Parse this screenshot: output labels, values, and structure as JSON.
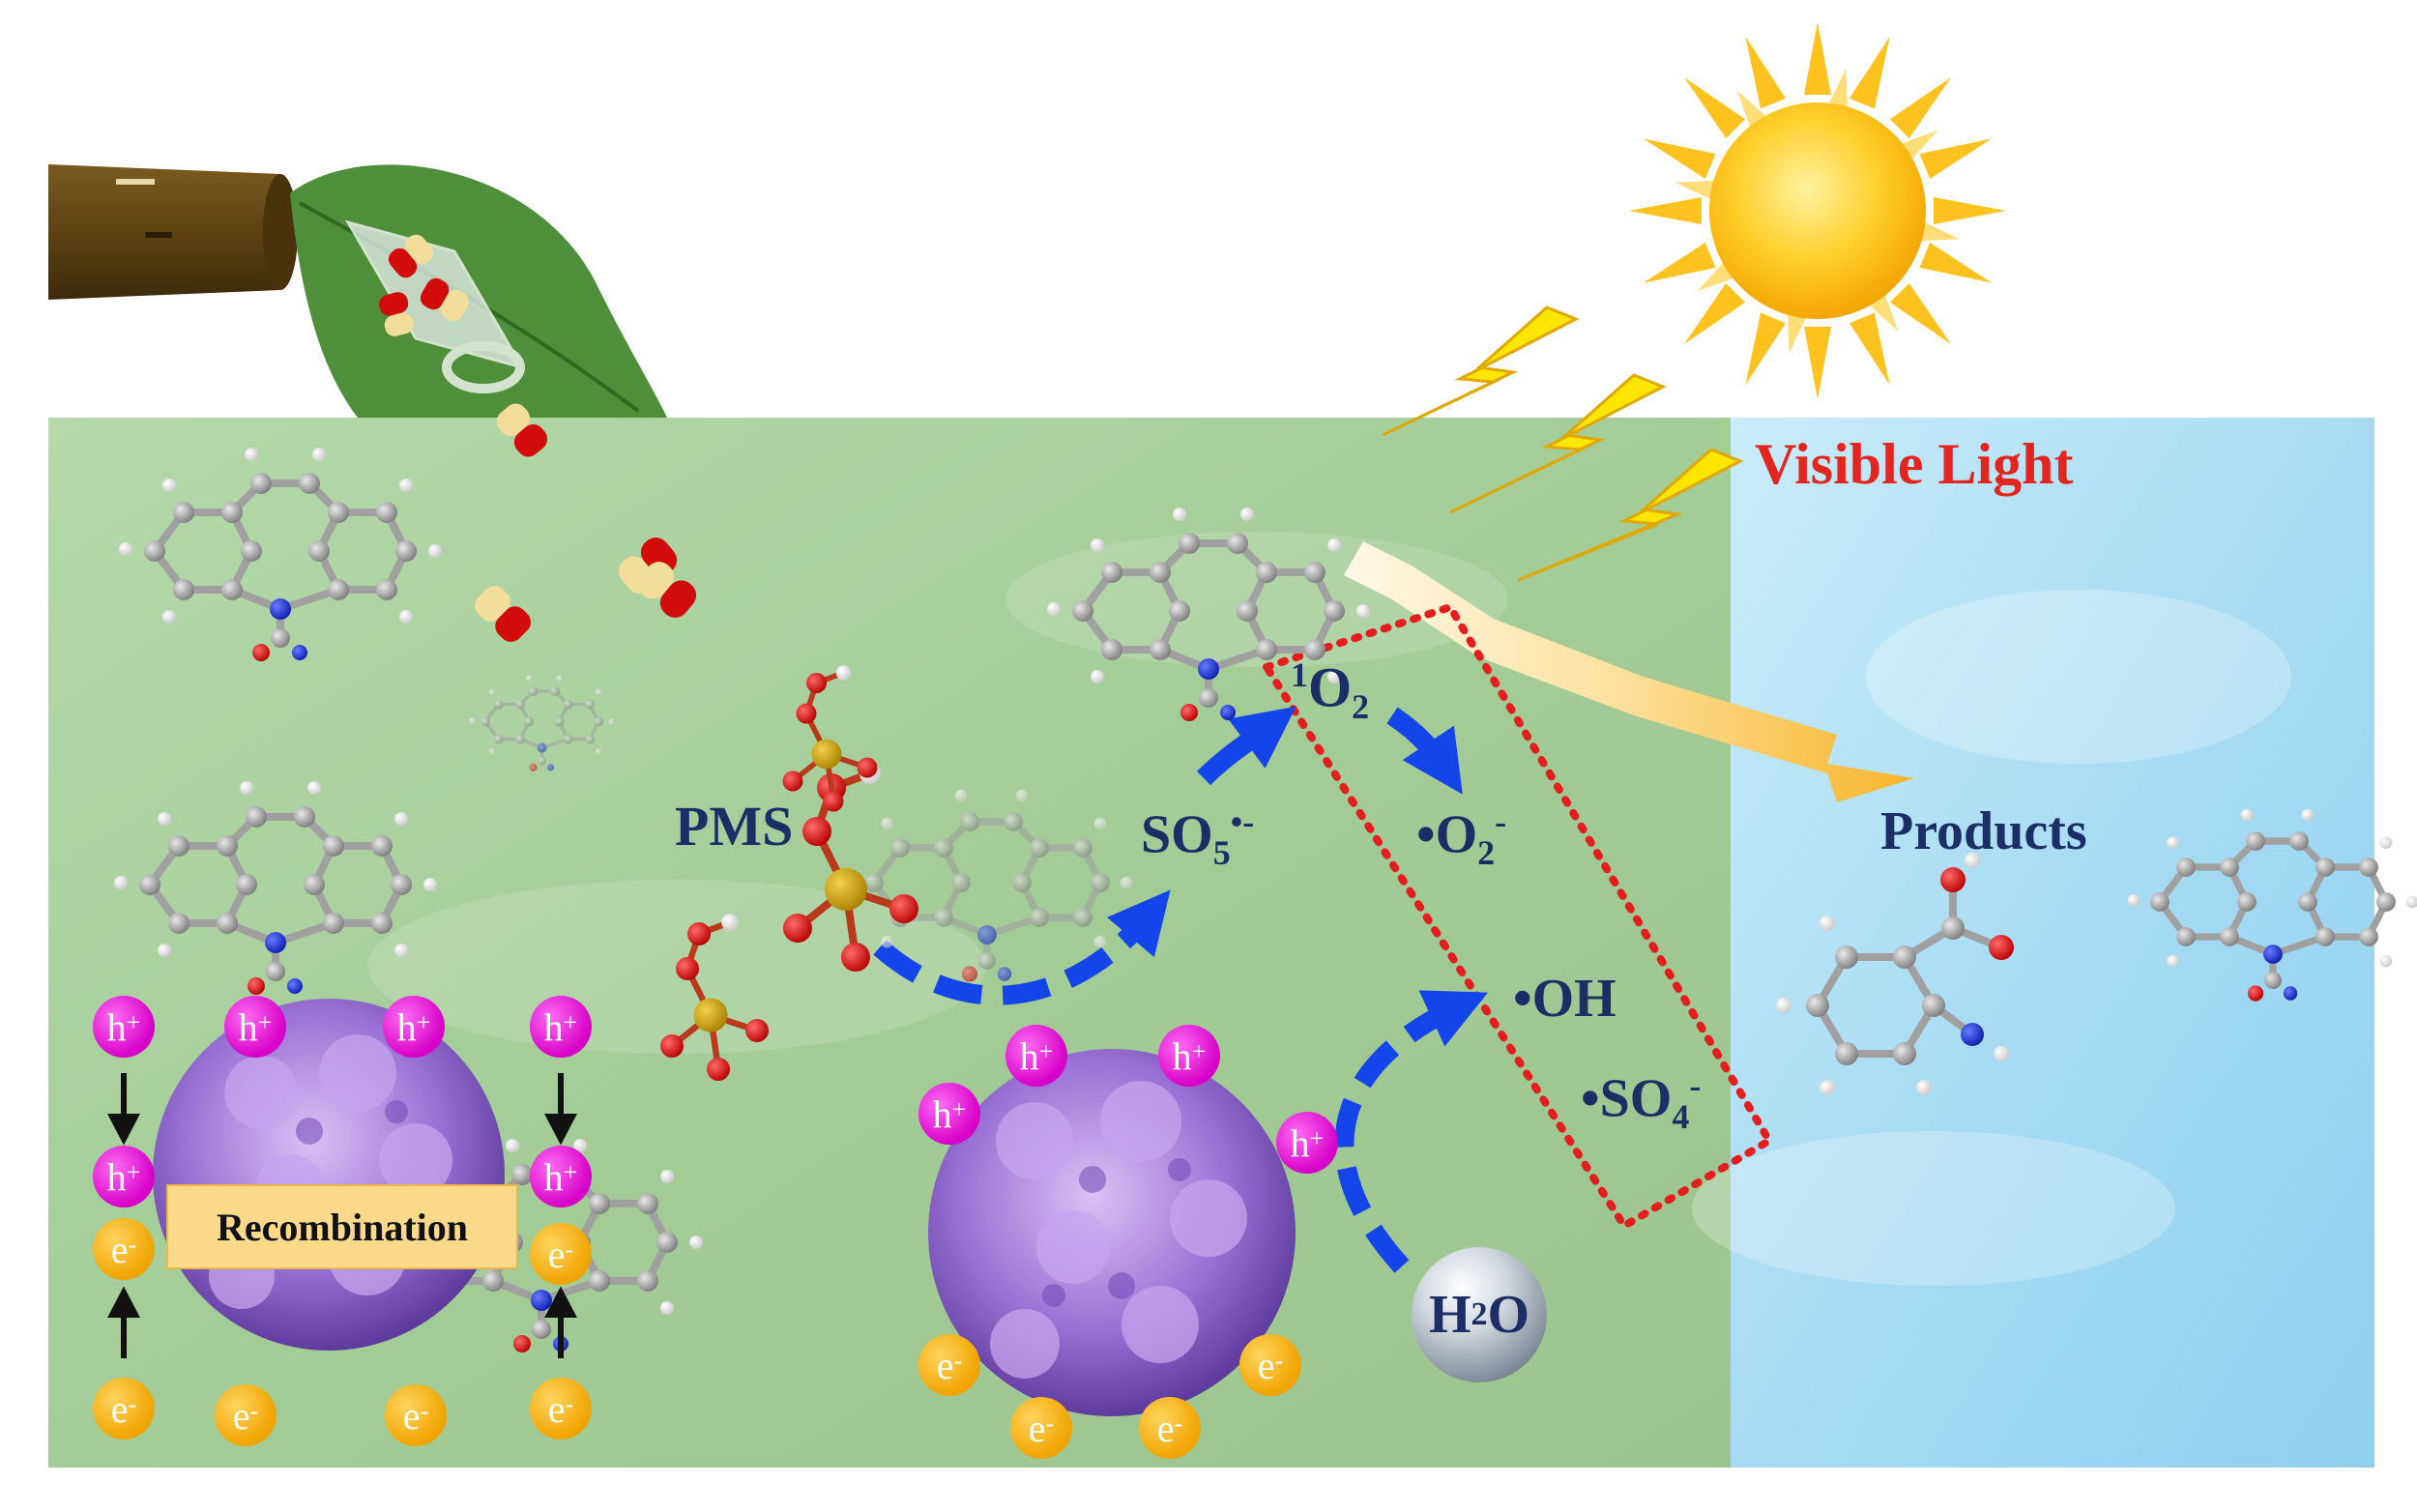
{
  "labels": {
    "visible_light": "Visible Light",
    "products": "Products",
    "pms": "PMS",
    "so5_base": "SO",
    "so5_sub": "5",
    "so5_sup": "•-",
    "singlet_sup": "1",
    "singlet_base": "O",
    "singlet_sub": "2",
    "superoxide_base": "•O",
    "superoxide_sub": "2",
    "superoxide_sup": "-",
    "hydroxyl": "•OH",
    "sulfate_base": "•SO",
    "sulfate_sub": "4",
    "sulfate_sup": "-",
    "water_base": "H",
    "water_sub": "2",
    "water_tail": "O",
    "recombination": "Recombination"
  },
  "carriers": {
    "hole_base": "h",
    "hole_sup": "+",
    "electron_base": "e",
    "electron_sup": "-"
  },
  "colors": {
    "water_green": "#a9cf9e",
    "product_blue": "#aedcf2",
    "arrow_blue": "#1345ea",
    "dotted_red": "#e41e1e",
    "label_navy": "#1b2f66",
    "visible_light_red": "#e2261f",
    "sun": "#ffc21e",
    "hole": "#e000d2",
    "electron": "#f2a900",
    "flower": "#8a62c9"
  },
  "icons": [
    "sun-icon",
    "lightning-bolt-icon",
    "pipe-icon",
    "leaf-icon",
    "pill-capsule-icon",
    "molecule-icon",
    "hydrangea-photocatalyst-icon",
    "dashed-arrow-icon"
  ]
}
